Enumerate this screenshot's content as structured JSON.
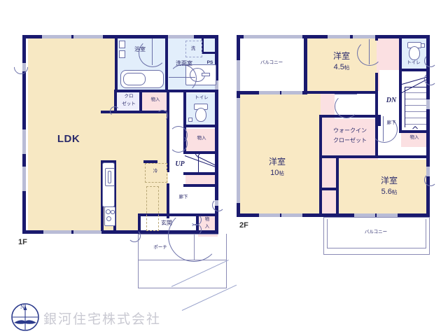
{
  "document": {
    "type": "real-estate-floor-plan",
    "floors": [
      "1F",
      "2F"
    ]
  },
  "floor1": {
    "tag": "1F",
    "rooms": [
      {
        "name": "ldk",
        "label": "LDK",
        "kind": "living-dining-kitchen"
      },
      {
        "name": "bathroom",
        "label": "浴室",
        "kind": "bath"
      },
      {
        "name": "washroom",
        "label": "洗面室",
        "kind": "washroom"
      },
      {
        "name": "washer-space",
        "label": "洗",
        "kind": "washer"
      },
      {
        "name": "pipe-space",
        "label": "PS",
        "kind": "pipe-space"
      },
      {
        "name": "closet",
        "label": "クロ\nゼット",
        "line1": "クロ",
        "line2": "ゼット",
        "kind": "closet"
      },
      {
        "name": "storage-ldk",
        "label": "物入",
        "kind": "storage"
      },
      {
        "name": "toilet",
        "label": "トイレ",
        "kind": "toilet"
      },
      {
        "name": "storage-hall",
        "label": "物入",
        "kind": "storage"
      },
      {
        "name": "corridor",
        "label": "廊下",
        "kind": "corridor"
      },
      {
        "name": "entrance",
        "label": "玄関",
        "kind": "entrance"
      },
      {
        "name": "storage-entrance",
        "label": "物入",
        "kind": "storage"
      },
      {
        "name": "porch",
        "label": "ポーチ",
        "kind": "porch"
      },
      {
        "name": "fridge-space",
        "label": "冷",
        "kind": "refrigerator"
      },
      {
        "name": "stairs-up",
        "label": "UP",
        "kind": "stairs"
      }
    ]
  },
  "floor2": {
    "tag": "2F",
    "rooms": [
      {
        "name": "balcony-north",
        "label": "バルコニー",
        "kind": "balcony"
      },
      {
        "name": "bedroom-45",
        "label": "洋室",
        "size": "4.5",
        "unit": "帖",
        "kind": "bedroom"
      },
      {
        "name": "bedroom-10",
        "label": "洋室",
        "size": "10",
        "unit": "帖",
        "kind": "bedroom"
      },
      {
        "name": "bedroom-56",
        "label": "洋室",
        "size": "5.6",
        "unit": "帖",
        "kind": "bedroom"
      },
      {
        "name": "walk-in-closet",
        "line1": "ウォークイン",
        "line2": "クローゼット",
        "kind": "closet"
      },
      {
        "name": "toilet",
        "label": "トイレ",
        "kind": "toilet"
      },
      {
        "name": "corridor",
        "label": "廊下",
        "kind": "corridor"
      },
      {
        "name": "storage",
        "label": "物入",
        "kind": "storage"
      },
      {
        "name": "stairs-down",
        "label": "DN",
        "kind": "stairs"
      },
      {
        "name": "balcony-south",
        "label": "バルコニー",
        "kind": "balcony"
      }
    ]
  },
  "footer": {
    "company_name": "銀河住宅株式会社",
    "compass_label": "N"
  },
  "colors": {
    "wall": "#1a1a6e",
    "ldk_fill": "#f7e8c3",
    "room_fill": "#f9e9c4",
    "storage_fill": "#fbe0e2",
    "water_fill": "#e2eefb",
    "text": "#2b2b6b",
    "company_text": "#c9c9d2",
    "logo": "#2b3a8c"
  }
}
